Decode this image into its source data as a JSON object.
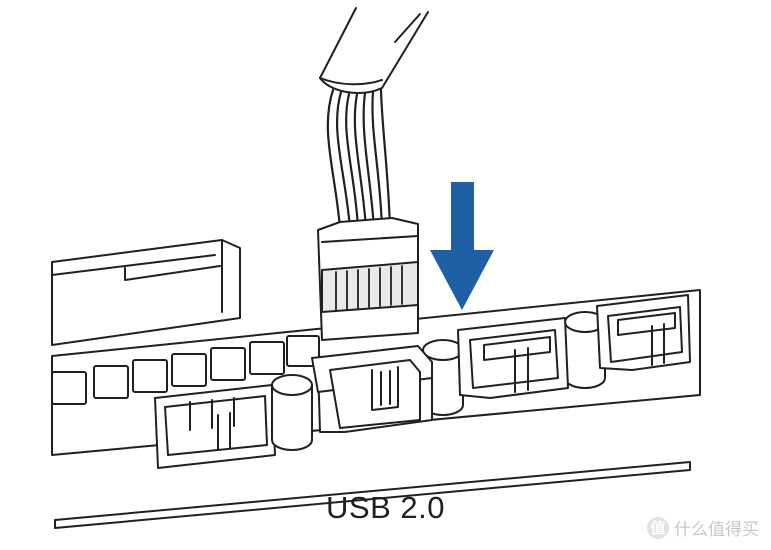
{
  "caption": "USB 2.0",
  "watermark": {
    "text": "什么值得买",
    "logo_glyph": "值"
  },
  "colors": {
    "arrow": "#1f5fa5",
    "line": "#231f20",
    "shading": "#e9e9e9"
  },
  "figure": {
    "arrow_icon": "arrow-down-icon",
    "elements": [
      "cable-sleeve",
      "wire-bundle",
      "usb-plug",
      "usb-header",
      "fan-headers",
      "capacitors",
      "pcie-slot",
      "motherboard-edge"
    ]
  }
}
